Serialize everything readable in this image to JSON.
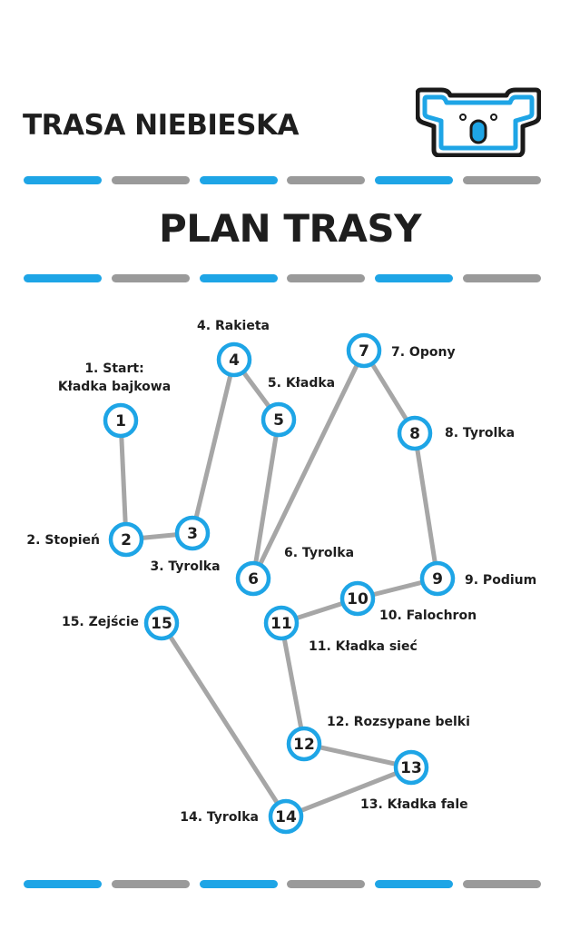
{
  "header": {
    "title": "TRASA NIEBIESKA",
    "logo": "koala-logo-icon"
  },
  "plan": {
    "title": "PLAN TRASY"
  },
  "colors": {
    "accent": "#1ea5e6",
    "gray": "#9a9a9a",
    "line": "#a6a6a6",
    "text": "#1e1e1e",
    "logo_dark": "#1a1a1a"
  },
  "divider_pattern": [
    "accent",
    "gray",
    "accent",
    "gray",
    "accent",
    "gray"
  ],
  "stations": [
    {
      "num": "1",
      "label": [
        "1. Start:",
        "Kładka bajkowa"
      ]
    },
    {
      "num": "2",
      "label": [
        "2. Stopień"
      ]
    },
    {
      "num": "3",
      "label": [
        "3. Tyrolka"
      ]
    },
    {
      "num": "4",
      "label": [
        "4. Rakieta"
      ]
    },
    {
      "num": "5",
      "label": [
        "5. Kładka"
      ]
    },
    {
      "num": "6",
      "label": [
        "6. Tyrolka"
      ]
    },
    {
      "num": "7",
      "label": [
        "7. Opony"
      ]
    },
    {
      "num": "8",
      "label": [
        "8. Tyrolka"
      ]
    },
    {
      "num": "9",
      "label": [
        "9. Podium"
      ]
    },
    {
      "num": "10",
      "label": [
        "10. Falochron"
      ]
    },
    {
      "num": "11",
      "label": [
        "11. Kładka sieć"
      ]
    },
    {
      "num": "12",
      "label": [
        "12. Rozsypane belki"
      ]
    },
    {
      "num": "13",
      "label": [
        "13. Kładka fale"
      ]
    },
    {
      "num": "14",
      "label": [
        "14. Tyrolka"
      ]
    },
    {
      "num": "15",
      "label": [
        "15. Zejście"
      ]
    }
  ],
  "connections": [
    [
      1,
      2
    ],
    [
      2,
      3
    ],
    [
      3,
      4
    ],
    [
      4,
      5
    ],
    [
      5,
      6
    ],
    [
      6,
      7
    ],
    [
      7,
      8
    ],
    [
      8,
      9
    ],
    [
      9,
      10
    ],
    [
      10,
      11
    ],
    [
      11,
      12
    ],
    [
      12,
      13
    ],
    [
      13,
      14
    ],
    [
      14,
      15
    ]
  ]
}
